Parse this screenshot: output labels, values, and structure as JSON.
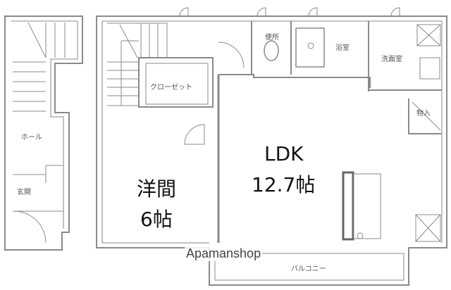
{
  "floorplan": {
    "rooms": {
      "hall": "ホール",
      "entrance": "玄関",
      "closet": "クローゼット",
      "toilet": "便所",
      "bath": "浴室",
      "washroom": "洗面室",
      "storage": "物入",
      "ldk_name": "LDK",
      "ldk_size": "12.7帖",
      "western_name": "洋間",
      "western_size": "6帖",
      "balcony": "バルコニー"
    },
    "watermark": "Apamanshop",
    "colors": {
      "wall": "#8a8a8a",
      "line": "#9a9a9a",
      "text": "#111111",
      "label": "#555555"
    }
  }
}
